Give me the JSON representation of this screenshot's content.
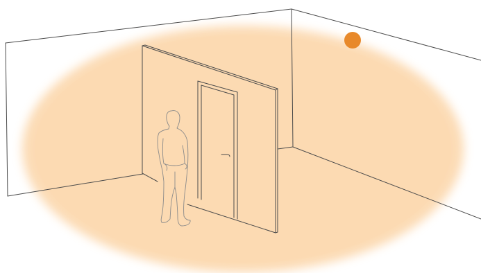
{
  "diagram": {
    "description_visible_text": "",
    "colors": {
      "glow": "#fcd9b0",
      "sensor": "#e8892a",
      "outline": "#4a4a4a",
      "background": "#ffffff"
    },
    "elements": [
      {
        "name": "room-walls",
        "kind": "line-drawing"
      },
      {
        "name": "partition-wall",
        "kind": "line-drawing"
      },
      {
        "name": "door",
        "kind": "line-drawing"
      },
      {
        "name": "person-figure",
        "kind": "line-drawing"
      },
      {
        "name": "coverage-glow",
        "kind": "shaded-area"
      },
      {
        "name": "ceiling-sensor",
        "kind": "dot"
      }
    ]
  }
}
